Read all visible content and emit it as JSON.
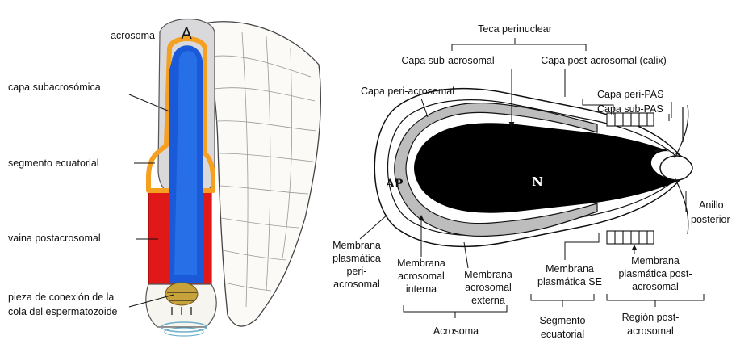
{
  "left_panel": {
    "label_A": "A",
    "labels": {
      "acrosoma": "acrosoma",
      "capa_subacrosomica": "capa subacrosómica",
      "segmento_ecuatorial": "segmento ecuatorial",
      "vaina_postacrosomal": "vaina postacrosomal",
      "pieza_conexion": [
        "pieza de conexión de la",
        "cola del espermatozoide"
      ]
    },
    "colors": {
      "acrosome_gray": "#d9d9dc",
      "subacrosomal_orange": "#f5a020",
      "nucleus_blue": "#1a5ad8",
      "postacrosomal_red": "#e01818",
      "connecting_piece": "#c8a23a"
    }
  },
  "right_panel": {
    "nucleus_label": "N",
    "ap_label": "AP",
    "top_labels": {
      "teca_perinuclear": "Teca perinuclear",
      "capa_sub_acrosomal": "Capa sub-acrosomal",
      "capa_post_acrosomal": "Capa post-acrosomal (calix)",
      "capa_peri_acrosomal": "Capa peri-acrosomal",
      "capa_peri_pas": "Capa peri-PAS",
      "capa_sub_pas": "Capa sub-PAS",
      "anillo_posterior": [
        "Anillo",
        "posterior"
      ]
    },
    "bottom_labels": {
      "membrana_plasmatica_peri": [
        "Membrana",
        "plasmática",
        "peri-",
        "acrosomal"
      ],
      "membrana_acrosomal_interna": [
        "Membrana",
        "acrosomal",
        "interna"
      ],
      "membrana_acrosomal_externa": [
        "Membrana",
        "acrosomal",
        "externa"
      ],
      "membrana_plasmatica_se": [
        "Membrana",
        "plasmática SE"
      ],
      "membrana_plasmatica_post": [
        "Membrana",
        "plasmática post-",
        "acrosomal"
      ]
    },
    "regions": {
      "acrosoma": "Acrosoma",
      "segmento_ecuatorial": [
        "Segmento",
        "ecuatorial"
      ],
      "region_post_acrosomal": [
        "Región post-",
        "acrosomal"
      ]
    },
    "colors": {
      "nucleus": "#000000",
      "acrosome": "#bdbdbd"
    }
  }
}
